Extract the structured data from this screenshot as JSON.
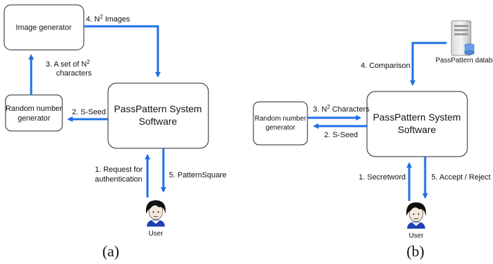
{
  "panel_a": {
    "image_generator": "Image generator",
    "random_gen": [
      "Random number",
      "generator"
    ],
    "system": [
      "PassPattern System",
      "Software"
    ],
    "user": "User",
    "edge_n2_images": "4. N",
    "edge_n2_images_sup": "2",
    "edge_n2_images_suffix": " Images",
    "edge_set_line1": "3. A set of N",
    "edge_set_sup": "2",
    "edge_set_line2": "characters",
    "edge_sseed": "2. S-Seed",
    "edge_request": [
      "1. Request for",
      "authentication"
    ],
    "edge_pattern": "5. PatternSquare",
    "caption": "(a)"
  },
  "panel_b": {
    "random_gen": [
      "Random number",
      "generator"
    ],
    "system": [
      "PassPattern System",
      "Software"
    ],
    "database": "PassPattern database",
    "user": "User",
    "edge_comparison": "4. Comparison",
    "edge_chars_pre": "3. N",
    "edge_chars_sup": "2",
    "edge_chars_suffix": " Characters",
    "edge_sseed": "2. S-Seed",
    "edge_secret": "1. Secretword",
    "edge_accept": "5. Accept / Reject",
    "caption": "(b)"
  },
  "colors": {
    "arrow": "#1f6fe5"
  },
  "icons": {
    "server": "server-icon",
    "user": "user-avatar-icon"
  }
}
